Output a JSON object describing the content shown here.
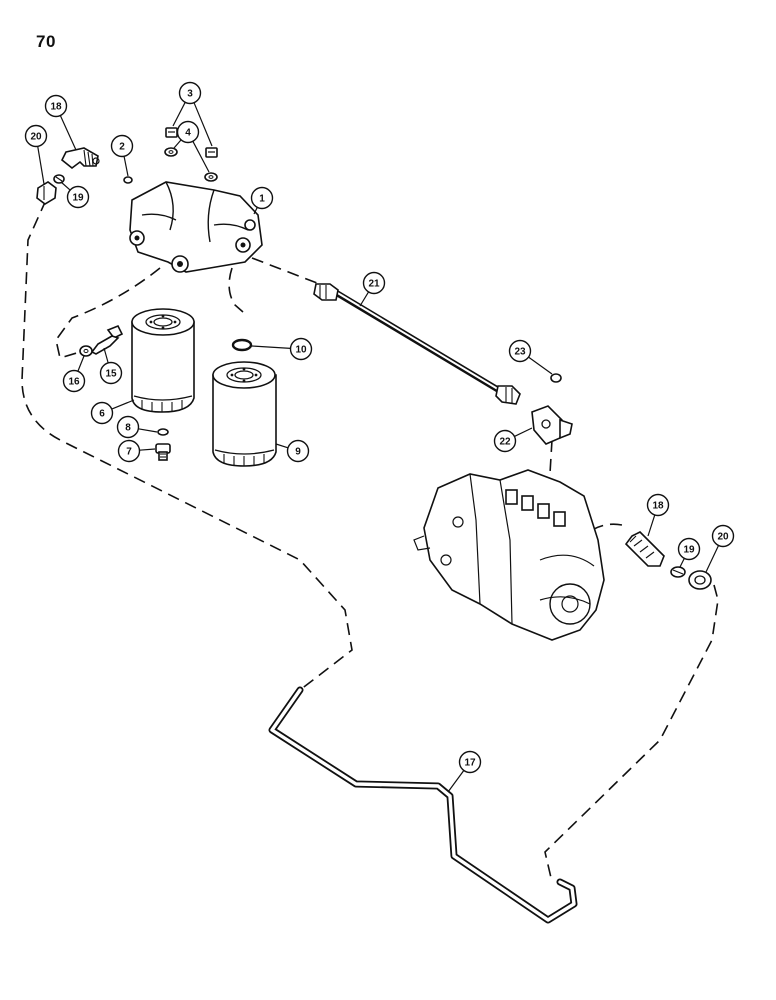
{
  "page": {
    "number": "70"
  },
  "colors": {
    "ink": "#111111",
    "paper": "#ffffff"
  },
  "callouts": [
    {
      "id": "c1",
      "label": "1"
    },
    {
      "id": "c2",
      "label": "2"
    },
    {
      "id": "c3",
      "label": "3"
    },
    {
      "id": "c4",
      "label": "4"
    },
    {
      "id": "c6",
      "label": "6"
    },
    {
      "id": "c7",
      "label": "7"
    },
    {
      "id": "c8",
      "label": "8"
    },
    {
      "id": "c9",
      "label": "9"
    },
    {
      "id": "c10",
      "label": "10"
    },
    {
      "id": "c15",
      "label": "15"
    },
    {
      "id": "c16",
      "label": "16"
    },
    {
      "id": "c17",
      "label": "17"
    },
    {
      "id": "c18a",
      "label": "18"
    },
    {
      "id": "c19a",
      "label": "19"
    },
    {
      "id": "c20a",
      "label": "20"
    },
    {
      "id": "c21",
      "label": "21"
    },
    {
      "id": "c22",
      "label": "22"
    },
    {
      "id": "c23",
      "label": "23"
    },
    {
      "id": "c18b",
      "label": "18"
    },
    {
      "id": "c19b",
      "label": "19"
    },
    {
      "id": "c20b",
      "label": "20"
    }
  ]
}
